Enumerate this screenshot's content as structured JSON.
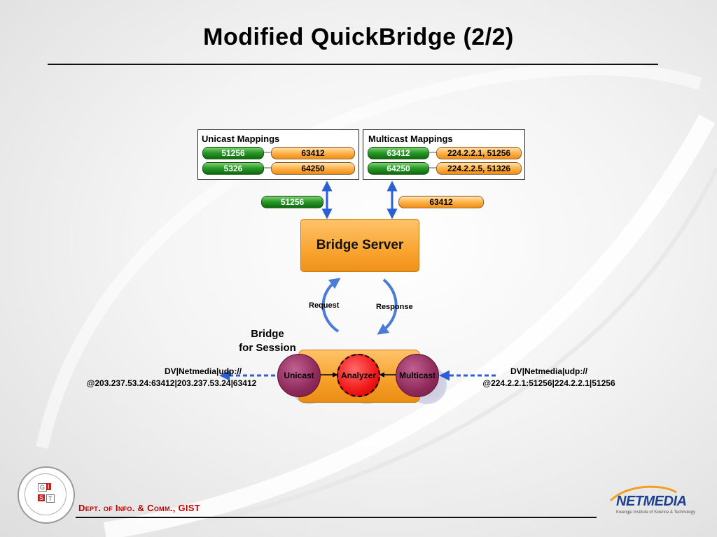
{
  "slide": {
    "title": "Modified QuickBridge (2/2)",
    "footer": "Dept. of Info. & Comm., GIST"
  },
  "unicast_mappings": {
    "title": "Unicast Mappings",
    "rows": [
      {
        "left": "51256",
        "right": "63412"
      },
      {
        "left": "5326",
        "right": "64250"
      }
    ]
  },
  "multicast_mappings": {
    "title": "Multicast Mappings",
    "rows": [
      {
        "left": "63412",
        "right": "224.2.2.1, 51256"
      },
      {
        "left": "64250",
        "right": "224.2.2.5, 51326"
      }
    ]
  },
  "lookup_keys": {
    "unicast": "51256",
    "multicast": "63412"
  },
  "bridge_server": {
    "label": "Bridge Server"
  },
  "flow": {
    "request": "Request",
    "response": "Response"
  },
  "session": {
    "label_line1": "Bridge",
    "label_line2": "for Session",
    "unicast": "Unicast",
    "analyzer": "Analyzer",
    "multicast": "Multicast"
  },
  "endpoints": {
    "left_line1": "DV|Netmedia|udp://",
    "left_line2": "@203.237.53.24:63412|203.237.53.24|63412",
    "right_line1": "DV|Netmedia|udp://",
    "right_line2": "@224.2.2.1:51256|224.2.2.1|51256"
  },
  "logos": {
    "netmedia": "NETMEDIA",
    "netmedia_sub": "Kwangju Institute of Science & Technology",
    "gist_letters": [
      "G",
      "I",
      "S",
      "T"
    ]
  },
  "colors": {
    "green": "#1e8a1e",
    "orange": "#f9a531",
    "purple": "#8e2a5a",
    "red": "#f01818",
    "arrow_blue": "#2b5fd6",
    "footer_red": "#c00000"
  }
}
